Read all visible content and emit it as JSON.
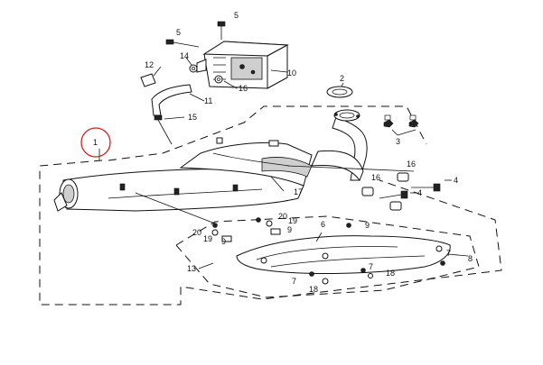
{
  "diagram": {
    "highlight_color": "#d42020",
    "callouts": [
      {
        "id": "c1",
        "label": "1"
      },
      {
        "id": "c2",
        "label": "2"
      },
      {
        "id": "c3",
        "label": "3"
      },
      {
        "id": "c4a",
        "label": "4"
      },
      {
        "id": "c4b",
        "label": "4"
      },
      {
        "id": "c5a",
        "label": "5"
      },
      {
        "id": "c5b",
        "label": "5"
      },
      {
        "id": "c6",
        "label": "6"
      },
      {
        "id": "c7a",
        "label": "7"
      },
      {
        "id": "c7b",
        "label": "7"
      },
      {
        "id": "c7c",
        "label": "7"
      },
      {
        "id": "c8",
        "label": "8"
      },
      {
        "id": "c9a",
        "label": "9"
      },
      {
        "id": "c9b",
        "label": "9"
      },
      {
        "id": "c9c",
        "label": "9"
      },
      {
        "id": "c10",
        "label": "10"
      },
      {
        "id": "c11",
        "label": "11"
      },
      {
        "id": "c12",
        "label": "12"
      },
      {
        "id": "c13",
        "label": "13"
      },
      {
        "id": "c14",
        "label": "14"
      },
      {
        "id": "c15",
        "label": "15"
      },
      {
        "id": "c16a",
        "label": "16"
      },
      {
        "id": "c16b",
        "label": "16"
      },
      {
        "id": "c16c",
        "label": "16"
      },
      {
        "id": "c17",
        "label": "17"
      },
      {
        "id": "c18a",
        "label": "18"
      },
      {
        "id": "c18b",
        "label": "18"
      },
      {
        "id": "c19a",
        "label": "19"
      },
      {
        "id": "c19b",
        "label": "19"
      },
      {
        "id": "c20a",
        "label": "20"
      },
      {
        "id": "c20b",
        "label": "20"
      }
    ]
  }
}
